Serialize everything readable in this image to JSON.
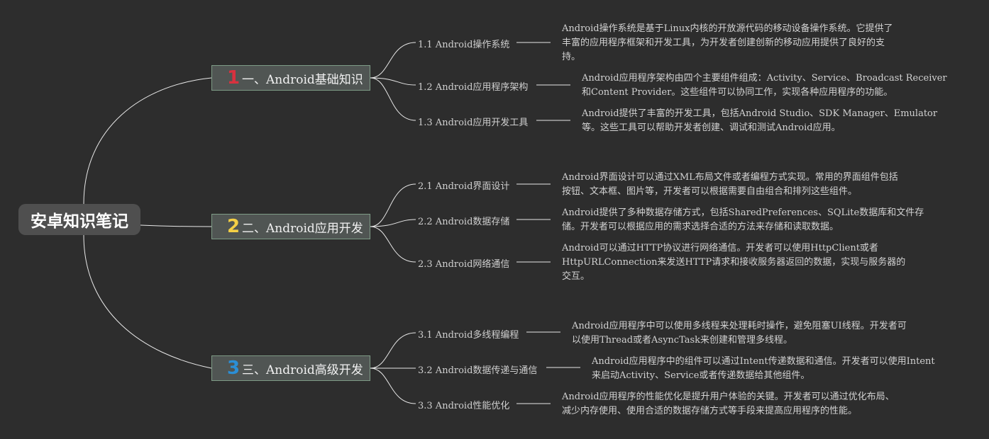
{
  "root": {
    "label": "安卓知识笔记"
  },
  "branches": [
    {
      "num": "1",
      "num_color": "#d8323f",
      "label": "一、Android基础知识",
      "children": [
        {
          "label": "1.1 Android操作系统",
          "desc": [
            "Android操作系统是基于Linux内核的开放源代码的移动设备操作系统。它提供了",
            "丰富的应用程序框架和开发工具，为开发者创建创新的移动应用提供了良好的支",
            "持。"
          ]
        },
        {
          "label": "1.2 Android应用程序架构",
          "desc": [
            "Android应用程序架构由四个主要组件组成：Activity、Service、Broadcast Receiver",
            "和Content Provider。这些组件可以协同工作，实现各种应用程序的功能。"
          ]
        },
        {
          "label": "1.3 Android应用开发工具",
          "desc": [
            "Android提供了丰富的开发工具，包括Android Studio、SDK Manager、Emulator",
            "等。这些工具可以帮助开发者创建、调试和测试Android应用。"
          ]
        }
      ]
    },
    {
      "num": "2",
      "num_color": "#f4cf45",
      "label": "二、Android应用开发",
      "children": [
        {
          "label": "2.1 Android界面设计",
          "desc": [
            "Android界面设计可以通过XML布局文件或者编程方式实现。常用的界面组件包括",
            "按钮、文本框、图片等，开发者可以根据需要自由组合和排列这些组件。"
          ]
        },
        {
          "label": "2.2 Android数据存储",
          "desc": [
            "Android提供了多种数据存储方式，包括SharedPreferences、SQLite数据库和文件存",
            "储。开发者可以根据应用的需求选择合适的方法来存储和读取数据。"
          ]
        },
        {
          "label": "2.3 Android网络通信",
          "desc": [
            "Android可以通过HTTP协议进行网络通信。开发者可以使用HttpClient或者",
            "HttpURLConnection来发送HTTP请求和接收服务器返回的数据，实现与服务器的",
            "交互。"
          ]
        }
      ]
    },
    {
      "num": "3",
      "num_color": "#2b8fd6",
      "label": "三、Android高级开发",
      "children": [
        {
          "label": "3.1 Android多线程编程",
          "desc": [
            "Android应用程序中可以使用多线程来处理耗时操作，避免阻塞UI线程。开发者可",
            "以使用Thread或者AsyncTask来创建和管理多线程。"
          ]
        },
        {
          "label": "3.2 Android数据传递与通信",
          "desc": [
            "Android应用程序中的组件可以通过Intent传递数据和通信。开发者可以使用Intent",
            "来启动Activity、Service或者传递数据给其他组件。"
          ]
        },
        {
          "label": "3.3 Android性能优化",
          "desc": [
            "Android应用程序的性能优化是提升用户体验的关键。开发者可以通过优化布局、",
            "减少内存使用、使用合适的数据存储方式等手段来提高应用程序的性能。"
          ]
        }
      ]
    }
  ]
}
